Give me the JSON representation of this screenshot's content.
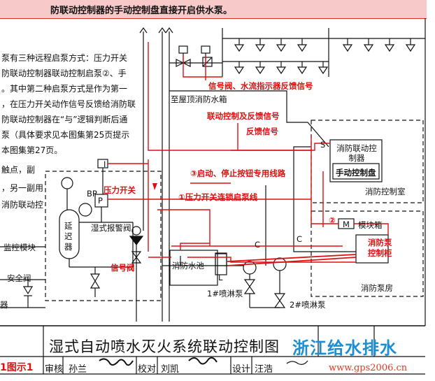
{
  "banner": {
    "text": "防联动控制器的手动控制盘直接开启供水泵。"
  },
  "notes": {
    "lines": [
      "泵有三种远程启泵方式：压力开关",
      "防联动控制器联动控制启泵②、手",
      "。其中第二种启泵方式是作为第一",
      "，在压力开关动作信号反馈给消防联",
      "防联动控制器在“与”逻辑判断后通",
      "泵（具体要求见本图集第25页提示",
      "本图集第27页。",
      "触点，副",
      "，另一副用",
      "消防联动控"
    ]
  },
  "labels": {
    "signal_valve_flow_feedback": "信号阀、水流指示器反馈信号",
    "to_roof_tank": "至屋顶消防水箱",
    "linkage_control_feedback": "联动控制及反馈信号",
    "feedback_signal": "反馈信号",
    "start_stop_button_line": "③启动、停止按钮专用线路",
    "pressure_switch_line": "①压力开关连锁启泵线",
    "pressure_switch": "压力开关",
    "bp": "BP",
    "p": "P",
    "delay": "延迟器",
    "wet_alarm_valve": "湿式报警阀",
    "signal_valve": "信号阀",
    "monitor_module": "监控模块",
    "safety_valve": "安全阀",
    "device_fragment": "器",
    "fire_pool": "消防水池",
    "l": "L",
    "pump1": "1#喷淋泵",
    "pump2": "2#喷淋泵",
    "s": "S",
    "linkage_controller": "消防联动控制器",
    "manual_panel": "手动控制盘",
    "control_room": "消防控制室",
    "circle2": "②",
    "m": "M",
    "module_box": "模块箱",
    "pump_control_cabinet": "消防泵控制柜",
    "pump_room": "消防泵房",
    "c1": "C",
    "c2": "C",
    "i": "I"
  },
  "title_block": {
    "title": "湿式自动喷水灭火系统联动控制图",
    "figure_no": "1图示1",
    "review_label": "审核",
    "review_name": "孙兰",
    "check_label": "校对",
    "check_name": "刘凯",
    "design_label": "设计",
    "design_name": "汪浩"
  },
  "watermark": {
    "line1": "浙江给水排水",
    "line2": "www.gps2006.cn"
  },
  "colors": {
    "red_line": "#d11",
    "black_line": "#111",
    "banner_bg": "#f7c9c9",
    "watermark": "#1b8fd2"
  }
}
